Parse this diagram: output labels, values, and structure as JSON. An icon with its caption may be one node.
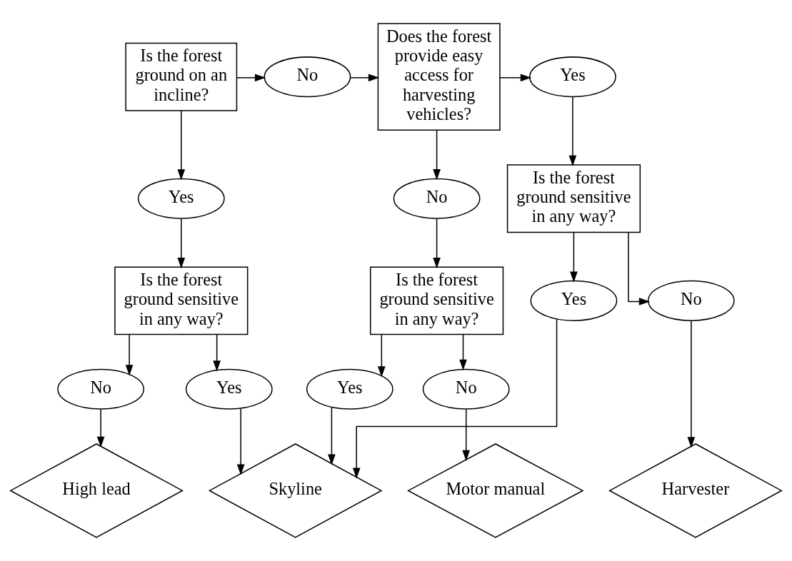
{
  "diagram": {
    "nodes": [
      {
        "text": [
          "Is the forest ground on an incline?"
        ]
      },
      {
        "text": [
          "No"
        ]
      },
      {
        "text": [
          "Does the forest provide easy access for harvesting vehicles?"
        ]
      },
      {
        "text": [
          "Yes"
        ]
      },
      {
        "text": [
          "Yes"
        ]
      },
      {
        "text": [
          "Is the forest ground sensitive in any way?"
        ]
      },
      {
        "text": [
          "No"
        ]
      },
      {
        "text": [
          "Is the forest ground sensitive in any way?"
        ]
      },
      {
        "text": [
          "Is the forest ground sensitive in any way?"
        ]
      },
      {
        "text": [
          "Yes"
        ]
      },
      {
        "text": [
          "No"
        ]
      },
      {
        "text": [
          "Yes"
        ]
      },
      {
        "text": [
          "No"
        ]
      },
      {
        "text": [
          "No"
        ]
      },
      {
        "text": [
          "Yes"
        ]
      },
      {
        "text": [
          "High lead"
        ]
      },
      {
        "text": [
          "Skyline"
        ]
      },
      {
        "text": [
          "Motor manual"
        ]
      },
      {
        "text": [
          "Harvester"
        ]
      }
    ],
    "edges": [
      {
        "from": 0,
        "to": 1,
        "arrow": "to"
      },
      {
        "from": 1,
        "to": 2,
        "arrow": "to"
      },
      {
        "from": 2,
        "to": 4,
        "arrow": "to"
      },
      {
        "from": 2,
        "to": 6,
        "arrow": "to"
      },
      {
        "from": 0,
        "to": 3,
        "arrow": "to"
      },
      {
        "from": 3,
        "to": 5,
        "arrow": "to"
      },
      {
        "from": 4,
        "to": 7,
        "arrow": "to"
      },
      {
        "from": 6,
        "to": 8,
        "arrow": "to"
      },
      {
        "from": 5,
        "to": 10,
        "arrow": "to"
      },
      {
        "from": 5,
        "to": 9,
        "arrow": "to"
      },
      {
        "from": 8,
        "to": 14,
        "arrow": "to"
      },
      {
        "from": 8,
        "to": 13,
        "arrow": "to"
      },
      {
        "from": 7,
        "to": 11,
        "arrow": "to"
      },
      {
        "from": 7,
        "to": 12,
        "arrow": "to"
      },
      {
        "from": 10,
        "to": 15,
        "arrow": "to"
      },
      {
        "from": 9,
        "to": 16,
        "arrow": "to"
      },
      {
        "from": 14,
        "to": 16,
        "arrow": "to"
      },
      {
        "from": 11,
        "to": 16,
        "arrow": "to"
      },
      {
        "from": 13,
        "to": 17,
        "arrow": "to"
      },
      {
        "from": 12,
        "to": 18,
        "arrow": "to"
      }
    ]
  }
}
